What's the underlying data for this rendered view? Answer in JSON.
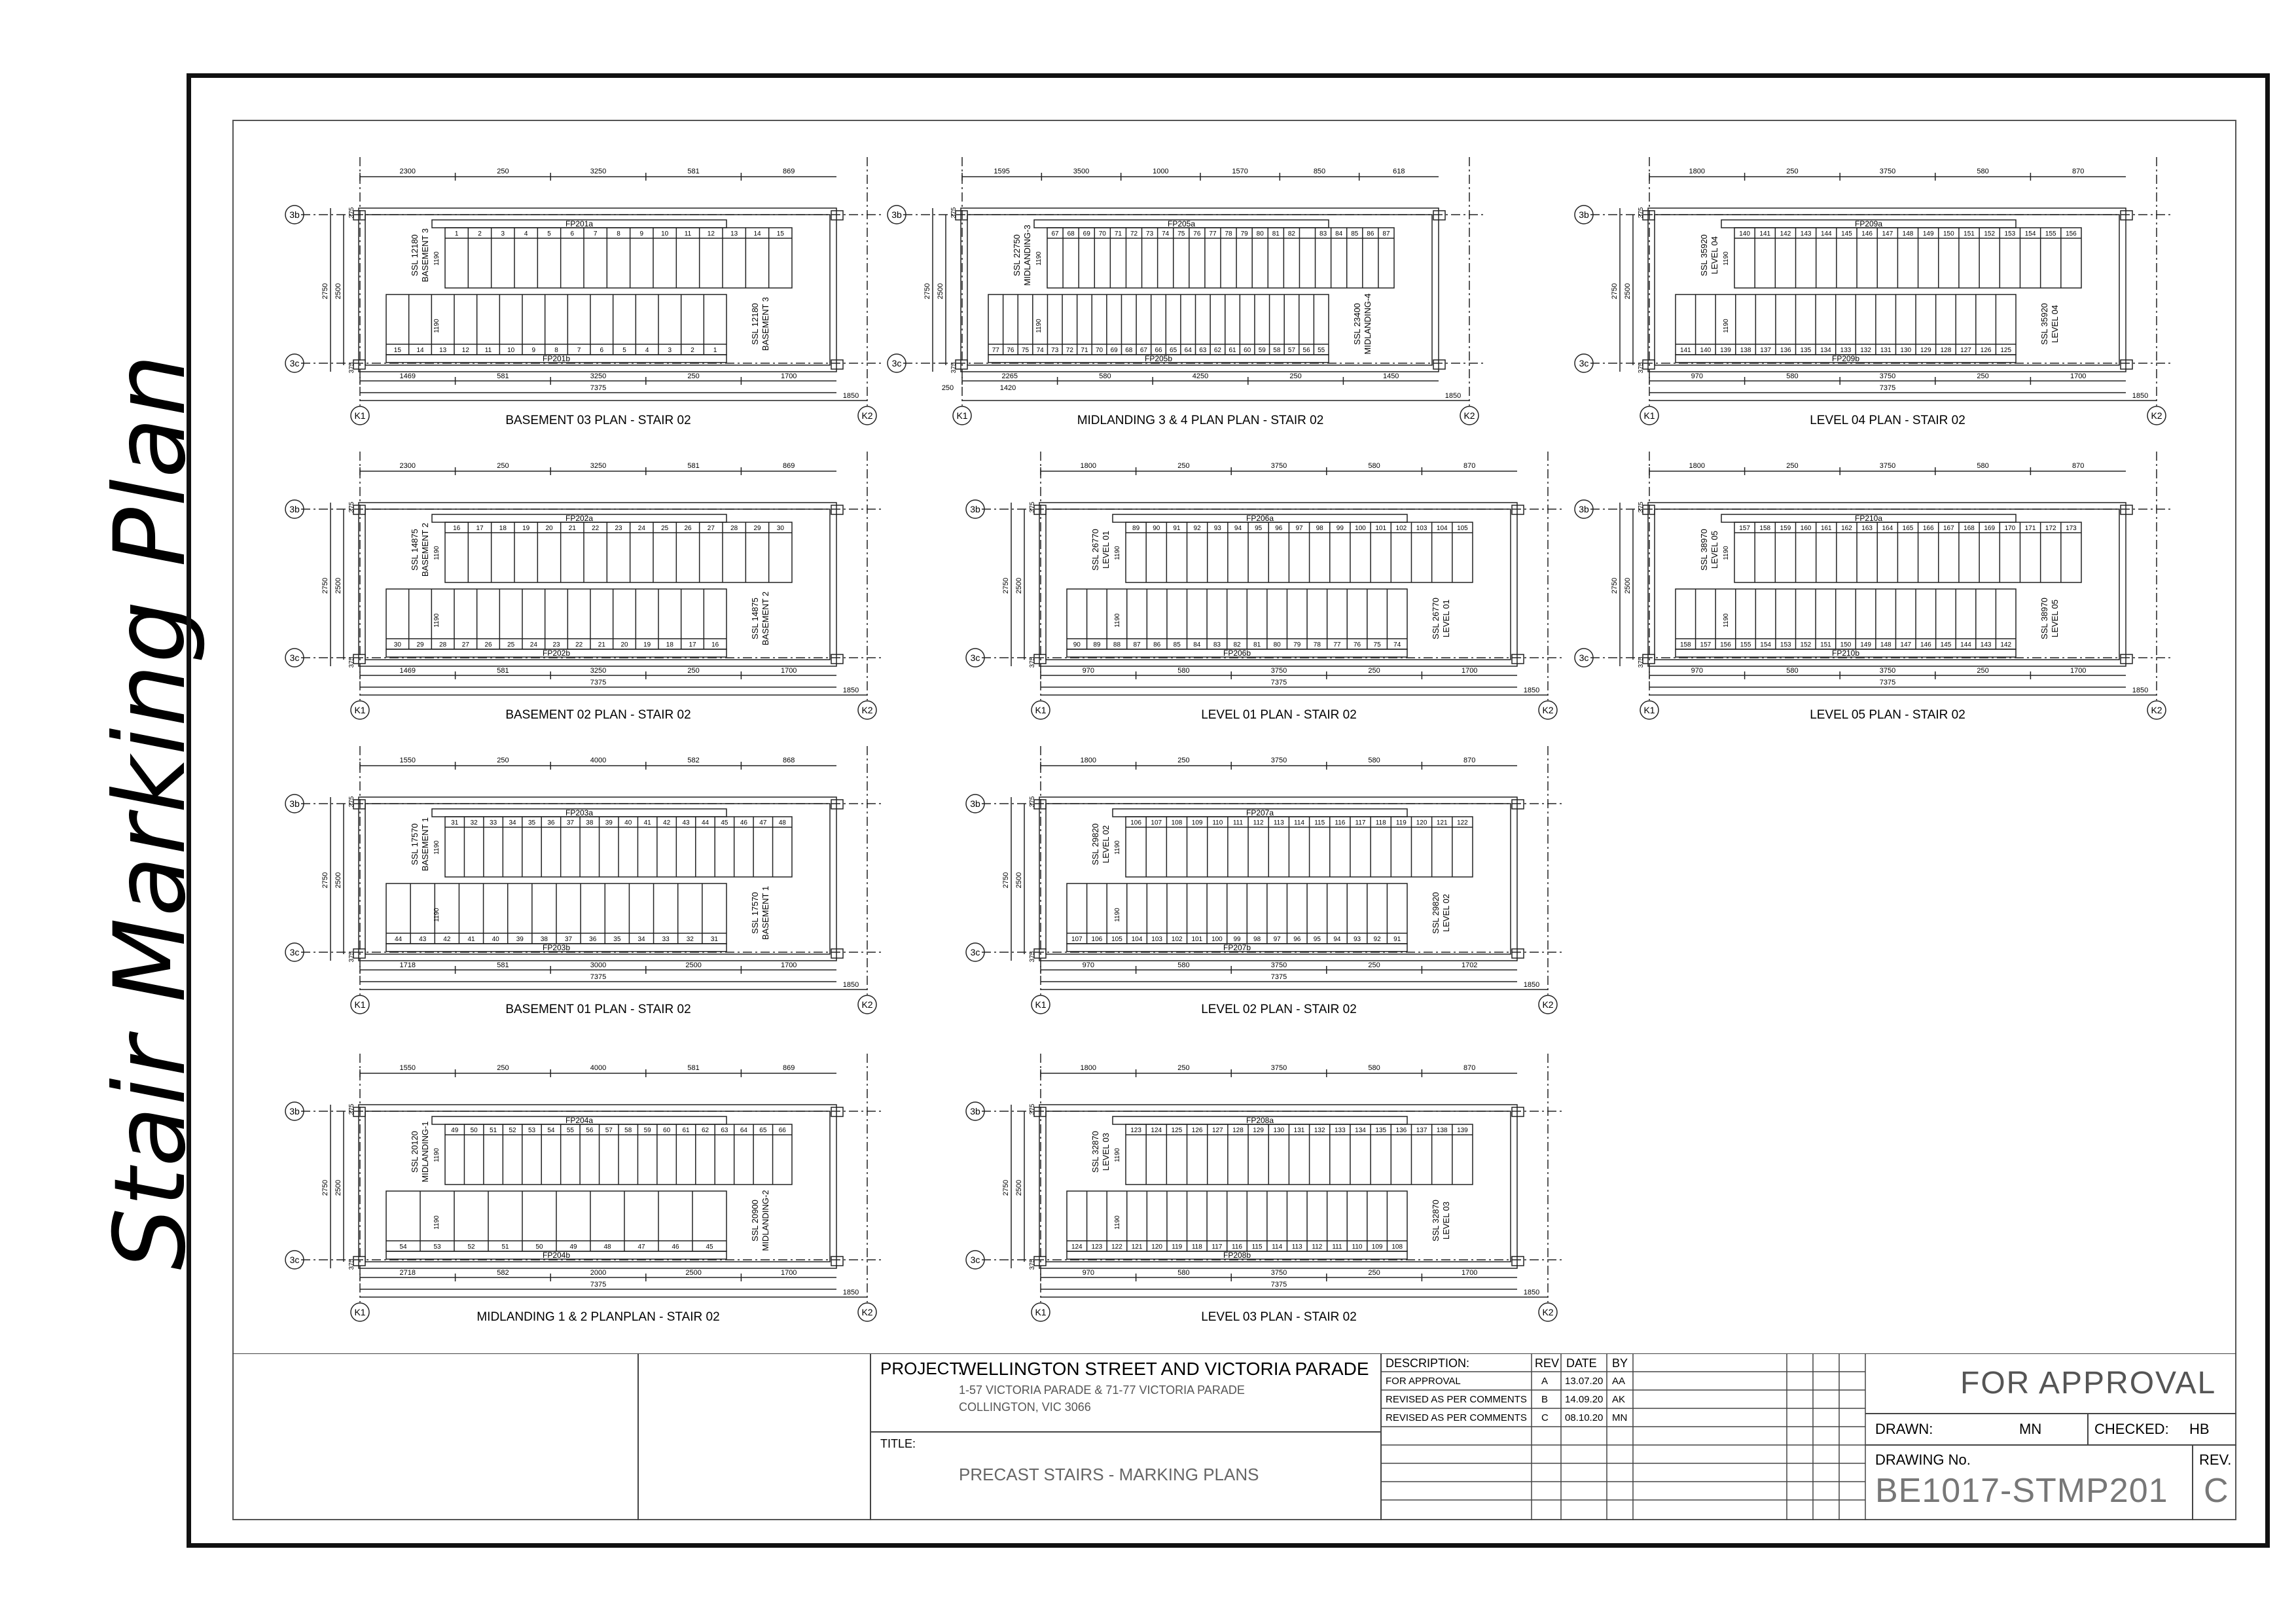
{
  "page_title": "Stair Marking Plan",
  "grid": {
    "top": "3b",
    "bottom": "3c",
    "left": "K1",
    "right": "K2"
  },
  "plans": [
    {
      "caption": "BASEMENT 03 PLAN - STAIR 02",
      "top_tag": "FP201a",
      "bottom_tag": "FP201b",
      "top_numbers": [
        "1",
        "2",
        "3",
        "4",
        "5",
        "6",
        "7",
        "8",
        "9",
        "10",
        "11",
        "12",
        "13",
        "14",
        "15"
      ],
      "bottom_numbers": [
        "15",
        "14",
        "13",
        "12",
        "11",
        "10",
        "9",
        "8",
        "7",
        "6",
        "5",
        "4",
        "3",
        "2",
        "1"
      ],
      "ssl_top": [
        "SSL 12180",
        "BASEMENT 3"
      ],
      "ssl_bottom": [
        "SSL 12180",
        "BASEMENT 3"
      ],
      "dims_top": [
        "2300",
        "250",
        "3250",
        "581",
        "869"
      ],
      "dims_bottom": [
        "1469",
        "581",
        "3250",
        "250",
        "1700"
      ],
      "total": "7375",
      "overall": "1850",
      "left_dims": [
        "375",
        "2750",
        "2500",
        "1190",
        "1190",
        "375"
      ]
    },
    {
      "caption": "MIDLANDING  3 & 4 PLAN PLAN - STAIR 02",
      "top_tag": "FP205a",
      "bottom_tag": "FP205b",
      "top_numbers": [
        "67",
        "68",
        "69",
        "70",
        "71",
        "72",
        "73",
        "74",
        "75",
        "76",
        "77",
        "78",
        "79",
        "80",
        "81",
        "82",
        "",
        "83",
        "84",
        "85",
        "86",
        "87"
      ],
      "bottom_numbers": [
        "77",
        "76",
        "75",
        "74",
        "73",
        "72",
        "71",
        "70",
        "69",
        "68",
        "67",
        "66",
        "65",
        "64",
        "63",
        "62",
        "61",
        "60",
        "59",
        "58",
        "57",
        "56",
        "55"
      ],
      "ssl_top": [
        "SSL 22750",
        "MIDLANDING-3"
      ],
      "ssl_bottom": [
        "SSL 23400",
        "MIDLANDING-4"
      ],
      "dims_top": [
        "1595",
        "3500",
        "1000",
        "1570",
        "850",
        "618"
      ],
      "dims_bottom": [
        "2265",
        "580",
        "4250",
        "250",
        "1450"
      ],
      "total": "",
      "overall": "1850",
      "extra_left": [
        "250",
        "1420"
      ],
      "left_dims": [
        "375",
        "2750",
        "2500",
        "1190",
        "1190",
        "375"
      ]
    },
    {
      "caption": "LEVEL 04 PLAN - STAIR 02",
      "top_tag": "FP209a",
      "bottom_tag": "FP209b",
      "top_numbers": [
        "140",
        "141",
        "142",
        "143",
        "144",
        "145",
        "146",
        "147",
        "148",
        "149",
        "150",
        "151",
        "152",
        "153",
        "154",
        "155",
        "156"
      ],
      "bottom_numbers": [
        "141",
        "140",
        "139",
        "138",
        "137",
        "136",
        "135",
        "134",
        "133",
        "132",
        "131",
        "130",
        "129",
        "128",
        "127",
        "126",
        "125"
      ],
      "ssl_top": [
        "SSL 35920",
        "LEVEL 04"
      ],
      "ssl_bottom": [
        "SSL 35920",
        "LEVEL 04"
      ],
      "dims_top": [
        "1800",
        "250",
        "3750",
        "580",
        "870"
      ],
      "dims_bottom": [
        "970",
        "580",
        "3750",
        "250",
        "1700"
      ],
      "total": "7375",
      "overall": "1850",
      "left_dims": [
        "375",
        "2750",
        "2500",
        "1190",
        "1190",
        "375"
      ]
    },
    {
      "caption": "BASEMENT 02 PLAN - STAIR 02",
      "top_tag": "FP202a",
      "bottom_tag": "FP202b",
      "top_numbers": [
        "16",
        "17",
        "18",
        "19",
        "20",
        "21",
        "22",
        "23",
        "24",
        "25",
        "26",
        "27",
        "28",
        "29",
        "30"
      ],
      "bottom_numbers": [
        "30",
        "29",
        "28",
        "27",
        "26",
        "25",
        "24",
        "23",
        "22",
        "21",
        "20",
        "19",
        "18",
        "17",
        "16"
      ],
      "ssl_top": [
        "SSL 14875",
        "BASEMENT 2"
      ],
      "ssl_bottom": [
        "SSL 14875",
        "BASEMENT 2"
      ],
      "dims_top": [
        "2300",
        "250",
        "3250",
        "581",
        "869"
      ],
      "dims_bottom": [
        "1469",
        "581",
        "3250",
        "250",
        "1700"
      ],
      "total": "7375",
      "overall": "1850",
      "left_dims": [
        "375",
        "2750",
        "2500",
        "1190",
        "1190",
        "375"
      ]
    },
    {
      "caption": "LEVEL 01 PLAN - STAIR 02",
      "top_tag": "FP206a",
      "bottom_tag": "FP206b",
      "top_numbers": [
        "89",
        "90",
        "91",
        "92",
        "93",
        "94",
        "95",
        "96",
        "97",
        "98",
        "99",
        "100",
        "101",
        "102",
        "103",
        "104",
        "105"
      ],
      "bottom_numbers": [
        "90",
        "89",
        "88",
        "87",
        "86",
        "85",
        "84",
        "83",
        "82",
        "81",
        "80",
        "79",
        "78",
        "77",
        "76",
        "75",
        "74"
      ],
      "ssl_top": [
        "SSL 26770",
        "LEVEL 01"
      ],
      "ssl_bottom": [
        "SSL 26770",
        "LEVEL 01"
      ],
      "dims_top": [
        "1800",
        "250",
        "3750",
        "580",
        "870"
      ],
      "dims_bottom": [
        "970",
        "580",
        "3750",
        "250",
        "1700"
      ],
      "total": "7375",
      "overall": "1850",
      "left_dims": [
        "375",
        "2750",
        "2500",
        "1190",
        "1190",
        "375"
      ]
    },
    {
      "caption": "LEVEL 05 PLAN - STAIR 02",
      "top_tag": "FP210a",
      "bottom_tag": "FP210b",
      "top_numbers": [
        "157",
        "158",
        "159",
        "160",
        "161",
        "162",
        "163",
        "164",
        "165",
        "166",
        "167",
        "168",
        "169",
        "170",
        "171",
        "172",
        "173"
      ],
      "bottom_numbers": [
        "158",
        "157",
        "156",
        "155",
        "154",
        "153",
        "152",
        "151",
        "150",
        "149",
        "148",
        "147",
        "146",
        "145",
        "144",
        "143",
        "142"
      ],
      "ssl_top": [
        "SSL 38970",
        "LEVEL 05"
      ],
      "ssl_bottom": [
        "SSL 38970",
        "LEVEL 05"
      ],
      "dims_top": [
        "1800",
        "250",
        "3750",
        "580",
        "870"
      ],
      "dims_bottom": [
        "970",
        "580",
        "3750",
        "250",
        "1700"
      ],
      "total": "7375",
      "overall": "1850",
      "left_dims": [
        "375",
        "2750",
        "2500",
        "1190",
        "1190",
        "375"
      ]
    },
    {
      "caption": "BASEMENT 01 PLAN - STAIR 02",
      "top_tag": "FP203a",
      "bottom_tag": "FP203b",
      "top_numbers": [
        "31",
        "32",
        "33",
        "34",
        "35",
        "36",
        "37",
        "38",
        "39",
        "40",
        "41",
        "42",
        "43",
        "44",
        "45",
        "46",
        "47",
        "48"
      ],
      "bottom_numbers": [
        "44",
        "43",
        "42",
        "41",
        "40",
        "39",
        "38",
        "37",
        "36",
        "35",
        "34",
        "33",
        "32",
        "31"
      ],
      "ssl_top": [
        "SSL 17570",
        "BASEMENT 1"
      ],
      "ssl_bottom": [
        "SSL 17570",
        "BASEMENT 1"
      ],
      "dims_top": [
        "1550",
        "250",
        "4000",
        "582",
        "868"
      ],
      "dims_bottom": [
        "1718",
        "581",
        "3000",
        "2500",
        "1700"
      ],
      "total": "7375",
      "overall": "1850",
      "left_dims": [
        "375",
        "2750",
        "2500",
        "1190",
        "1190",
        "375"
      ]
    },
    {
      "caption": "LEVEL 02 PLAN - STAIR 02",
      "top_tag": "FP207a",
      "bottom_tag": "FP207b",
      "top_numbers": [
        "106",
        "107",
        "108",
        "109",
        "110",
        "111",
        "112",
        "113",
        "114",
        "115",
        "116",
        "117",
        "118",
        "119",
        "120",
        "121",
        "122"
      ],
      "bottom_numbers": [
        "107",
        "106",
        "105",
        "104",
        "103",
        "102",
        "101",
        "100",
        "99",
        "98",
        "97",
        "96",
        "95",
        "94",
        "93",
        "92",
        "91"
      ],
      "ssl_top": [
        "SSL 29820",
        "LEVEL 02"
      ],
      "ssl_bottom": [
        "SSL 29820",
        "LEVEL 02"
      ],
      "dims_top": [
        "1800",
        "250",
        "3750",
        "580",
        "870"
      ],
      "dims_bottom": [
        "970",
        "580",
        "3750",
        "250",
        "1702"
      ],
      "total": "7375",
      "overall": "1850",
      "left_dims": [
        "375",
        "2750",
        "2500",
        "1190",
        "1190",
        "375"
      ]
    },
    {
      "caption": "MIDLANDING 1 & 2 PLANPLAN - STAIR 02",
      "top_tag": "FP204a",
      "bottom_tag": "FP204b",
      "top_numbers": [
        "49",
        "50",
        "51",
        "52",
        "53",
        "54",
        "55",
        "56",
        "57",
        "58",
        "59",
        "60",
        "61",
        "62",
        "63",
        "64",
        "65",
        "66"
      ],
      "bottom_numbers": [
        "54",
        "53",
        "52",
        "51",
        "50",
        "49",
        "48",
        "47",
        "46",
        "45"
      ],
      "ssl_top": [
        "SSL 20120",
        "MIDLANDING-1"
      ],
      "ssl_bottom": [
        "SSL 20900",
        "MIDLANDING-2"
      ],
      "dims_top": [
        "1550",
        "250",
        "4000",
        "581",
        "869"
      ],
      "dims_bottom": [
        "2718",
        "582",
        "2000",
        "2500",
        "1700"
      ],
      "total": "7375",
      "overall": "1850",
      "left_dims": [
        "375",
        "2750",
        "2500",
        "1190",
        "1190",
        "375"
      ]
    },
    {
      "caption": "LEVEL 03 PLAN - STAIR 02",
      "top_tag": "FP208a",
      "bottom_tag": "FP208b",
      "top_numbers": [
        "123",
        "124",
        "125",
        "126",
        "127",
        "128",
        "129",
        "130",
        "131",
        "132",
        "133",
        "134",
        "135",
        "136",
        "137",
        "138",
        "139"
      ],
      "bottom_numbers": [
        "124",
        "123",
        "122",
        "121",
        "120",
        "119",
        "118",
        "117",
        "116",
        "115",
        "114",
        "113",
        "112",
        "111",
        "110",
        "109",
        "108"
      ],
      "ssl_top": [
        "SSL 32870",
        "LEVEL 03"
      ],
      "ssl_bottom": [
        "SSL 32870",
        "LEVEL 03"
      ],
      "dims_top": [
        "1800",
        "250",
        "3750",
        "580",
        "870"
      ],
      "dims_bottom": [
        "970",
        "580",
        "3750",
        "250",
        "1700"
      ],
      "total": "7375",
      "overall": "1850",
      "left_dims": [
        "375",
        "2750",
        "2500",
        "1190",
        "1190",
        "375"
      ]
    }
  ],
  "title_block": {
    "project_label": "PROJECT:",
    "project_name": "WELLINGTON STREET AND VICTORIA PARADE",
    "address_1": "1-57 VICTORIA PARADE & 71-77 VICTORIA PARADE",
    "address_2": "COLLINGTON, VIC 3066",
    "title_label": "TITLE:",
    "title": "PRECAST STAIRS - MARKING PLANS",
    "rev_headers": [
      "DESCRIPTION:",
      "REV",
      "DATE",
      "BY"
    ],
    "revisions": [
      [
        "FOR APPROVAL",
        "A",
        "13.07.20",
        "AA"
      ],
      [
        "REVISED AS PER COMMENTS",
        "B",
        "14.09.20",
        "AK"
      ],
      [
        "REVISED AS PER COMMENTS",
        "C",
        "08.10.20",
        "MN"
      ]
    ],
    "status": "FOR APPROVAL",
    "drawn_label": "DRAWN:",
    "drawn": "MN",
    "checked_label": "CHECKED:",
    "checked": "HB",
    "drawing_no_label": "DRAWING No.",
    "drawing_no": "BE1017-STMP201",
    "rev_label": "REV.",
    "rev": "C"
  }
}
